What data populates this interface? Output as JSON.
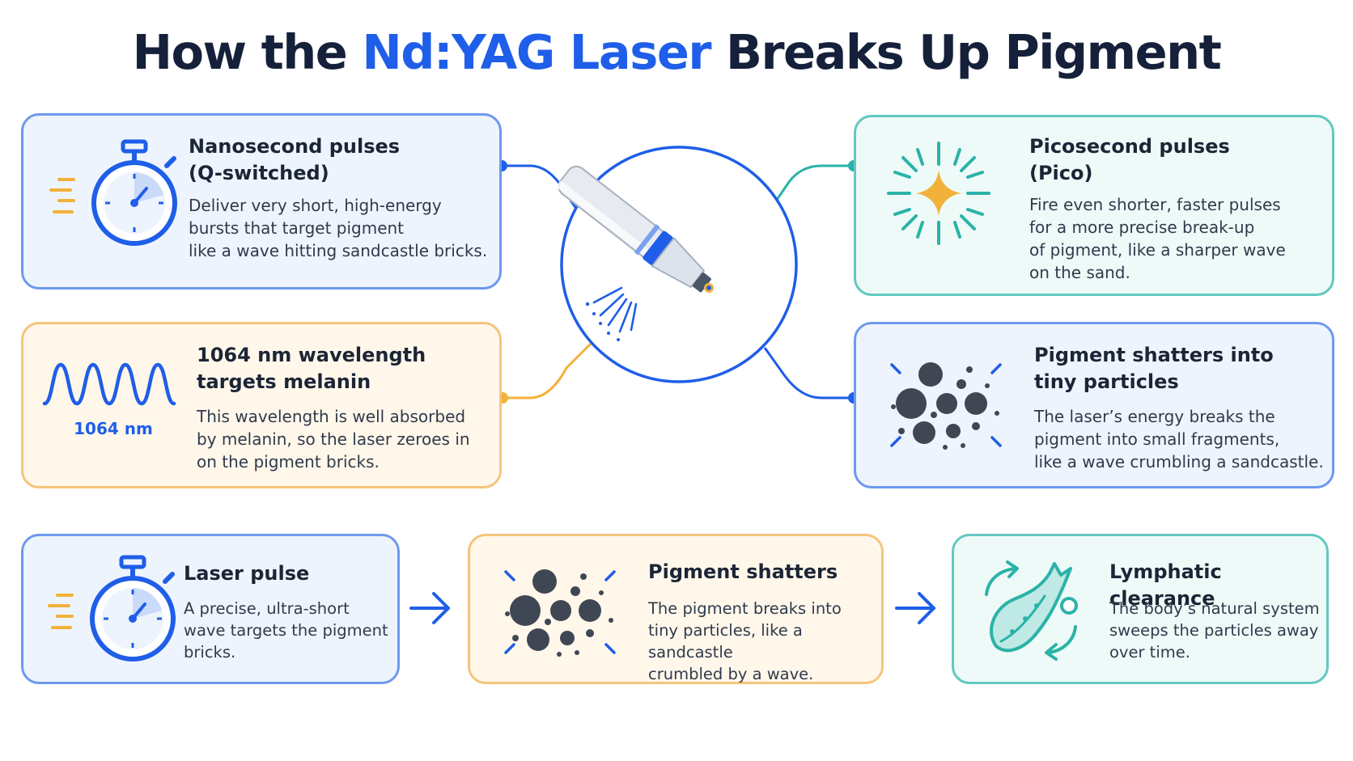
{
  "title": {
    "prefix": "How the ",
    "highlight": "Nd:YAG Laser",
    "suffix": " Breaks Up Pigment"
  },
  "cards": {
    "nanosecond": {
      "heading": "Nanosecond pulses\n(Q-switched)",
      "body": "Deliver very short, high-energy\nbursts that target pigment\nlike a wave hitting sandcastle bricks.",
      "icon": "stopwatch-icon"
    },
    "wavelength": {
      "heading": "1064 nm wavelength\ntargets melanin",
      "body": "This wavelength is well absorbed\nby melanin, so the laser zeroes in\non the pigment bricks.",
      "icon_label": "1064 nm",
      "icon": "wave-icon"
    },
    "picosecond": {
      "heading": "Picosecond pulses\n(Pico)",
      "body": "Fire even shorter, faster pulses\nfor a more precise break-up\nof pigment, like a sharper wave\non the sand.",
      "icon": "sparkle-icon"
    },
    "shatters_into": {
      "heading": "Pigment shatters into\ntiny particles",
      "body": "The laser’s energy breaks the\npigment into small fragments,\nlike a wave crumbling a sandcastle.",
      "icon": "particles-icon"
    }
  },
  "process": {
    "step1": {
      "heading": "Laser pulse",
      "body": "A precise, ultra-short\nwave targets the pigment\nbricks.",
      "icon": "stopwatch-icon"
    },
    "step2": {
      "heading": "Pigment shatters",
      "body": "The pigment breaks into\ntiny particles, like a sandcastle\ncrumbled by a wave.",
      "icon": "particles-icon"
    },
    "step3": {
      "heading": "Lymphatic clearance",
      "body": "The body’s natural system\nsweeps the particles away\nover time.",
      "icon": "lymph-vessel-icon"
    }
  },
  "center_icon": "laser-handpiece-icon",
  "colors": {
    "accent_blue": "#1f5ee8",
    "teal": "#2ab3a8",
    "orange": "#f2b13a",
    "card_blue_border": "#6d99ef",
    "card_teal_border": "#62c8c0",
    "card_orange_border": "#f4c57c"
  }
}
